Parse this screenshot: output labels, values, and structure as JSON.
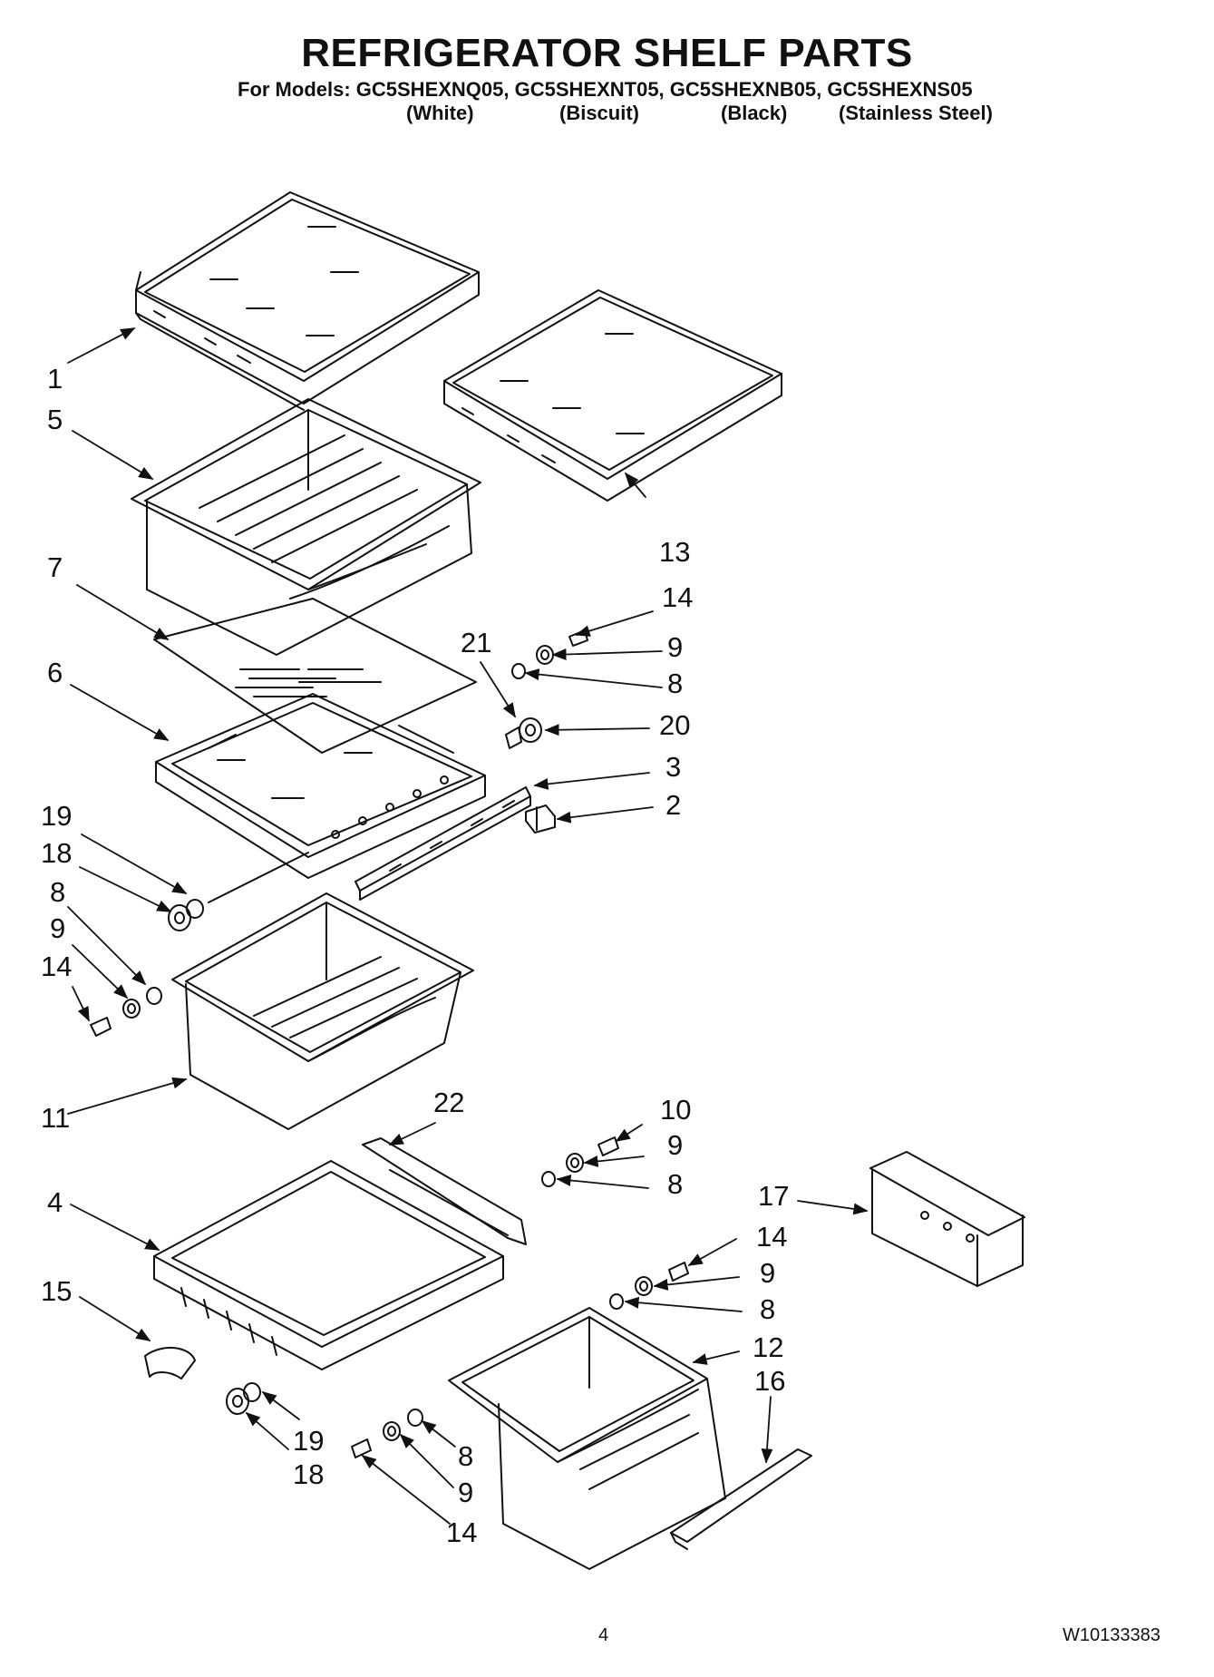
{
  "header": {
    "title": "REFRIGERATOR SHELF PARTS",
    "models": "For Models: GC5SHEXNQ05, GC5SHEXNT05, GC5SHEXNB05, GC5SHEXNS05",
    "colors": [
      "(White)",
      "(Biscuit)",
      "(Black)",
      "(Stainless Steel)"
    ]
  },
  "callouts": [
    "1",
    "5",
    "7",
    "6",
    "19",
    "18",
    "8",
    "9",
    "14",
    "11",
    "4",
    "15",
    "19",
    "18",
    "13",
    "14",
    "9",
    "21",
    "8",
    "20",
    "3",
    "2",
    "22",
    "10",
    "9",
    "8",
    "17",
    "14",
    "9",
    "8",
    "12",
    "16",
    "8",
    "9",
    "14"
  ],
  "footer": {
    "page_number": "4",
    "doc_number": "W10133383"
  }
}
